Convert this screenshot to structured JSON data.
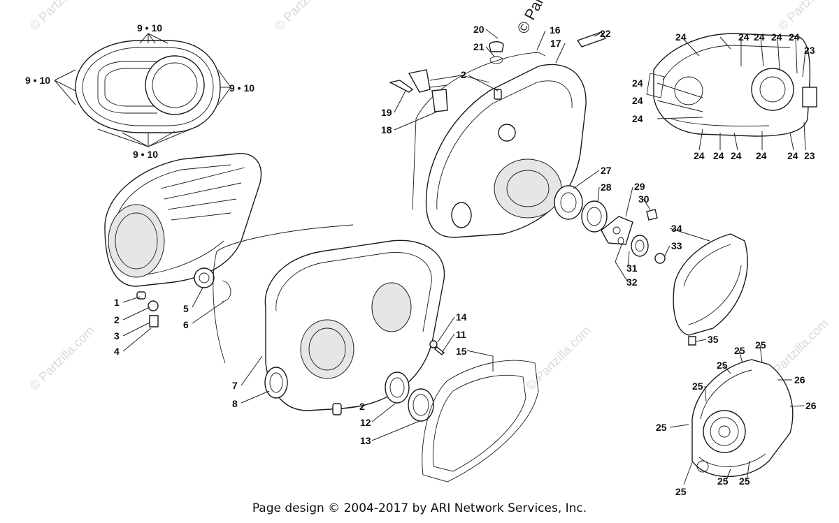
{
  "footer": {
    "text": "Page design © 2004-2017 by ARI Network Services, Inc."
  },
  "watermark": {
    "text": "© Partzilla.com",
    "color": "#d9d9d9"
  },
  "callouts": [
    {
      "id": "c-9-10-top",
      "text": "9 • 10"
    },
    {
      "id": "c-9-10-left",
      "text": "9 • 10"
    },
    {
      "id": "c-9-10-right",
      "text": "9 • 10"
    },
    {
      "id": "c-9-10-bottom",
      "text": "9 • 10"
    },
    {
      "id": "c-1",
      "text": "1"
    },
    {
      "id": "c-2a",
      "text": "2"
    },
    {
      "id": "c-3",
      "text": "3"
    },
    {
      "id": "c-4",
      "text": "4"
    },
    {
      "id": "c-5",
      "text": "5"
    },
    {
      "id": "c-6",
      "text": "6"
    },
    {
      "id": "c-7",
      "text": "7"
    },
    {
      "id": "c-8",
      "text": "8"
    },
    {
      "id": "c-2b",
      "text": "2"
    },
    {
      "id": "c-12",
      "text": "12"
    },
    {
      "id": "c-13",
      "text": "13"
    },
    {
      "id": "c-14",
      "text": "14"
    },
    {
      "id": "c-11",
      "text": "11"
    },
    {
      "id": "c-15",
      "text": "15"
    },
    {
      "id": "c-20",
      "text": "20"
    },
    {
      "id": "c-21",
      "text": "21"
    },
    {
      "id": "c-16",
      "text": "16"
    },
    {
      "id": "c-17",
      "text": "17"
    },
    {
      "id": "c-22",
      "text": "22"
    },
    {
      "id": "c-2c",
      "text": "2"
    },
    {
      "id": "c-19",
      "text": "19"
    },
    {
      "id": "c-18",
      "text": "18"
    },
    {
      "id": "c-27",
      "text": "27"
    },
    {
      "id": "c-28",
      "text": "28"
    },
    {
      "id": "c-29",
      "text": "29"
    },
    {
      "id": "c-30",
      "text": "30"
    },
    {
      "id": "c-34",
      "text": "34"
    },
    {
      "id": "c-33",
      "text": "33"
    },
    {
      "id": "c-31",
      "text": "31"
    },
    {
      "id": "c-32",
      "text": "32"
    },
    {
      "id": "c-35",
      "text": "35"
    },
    {
      "id": "c-24a",
      "text": "24"
    },
    {
      "id": "c-24b",
      "text": "24"
    },
    {
      "id": "c-24c",
      "text": "24"
    },
    {
      "id": "c-24d",
      "text": "24"
    },
    {
      "id": "c-23a",
      "text": "23"
    },
    {
      "id": "c-24e",
      "text": "24"
    },
    {
      "id": "c-24f",
      "text": "24"
    },
    {
      "id": "c-24g",
      "text": "24"
    },
    {
      "id": "c-24h",
      "text": "24"
    },
    {
      "id": "c-24i",
      "text": "24"
    },
    {
      "id": "c-24j",
      "text": "24"
    },
    {
      "id": "c-24k",
      "text": "24"
    },
    {
      "id": "c-24l",
      "text": "24"
    },
    {
      "id": "c-24m",
      "text": "24"
    },
    {
      "id": "c-23b",
      "text": "23"
    },
    {
      "id": "c-25a",
      "text": "25"
    },
    {
      "id": "c-25b",
      "text": "25"
    },
    {
      "id": "c-25c",
      "text": "25"
    },
    {
      "id": "c-26a",
      "text": "26"
    },
    {
      "id": "c-25d",
      "text": "25"
    },
    {
      "id": "c-26b",
      "text": "26"
    },
    {
      "id": "c-25e",
      "text": "25"
    },
    {
      "id": "c-25f",
      "text": "25"
    },
    {
      "id": "c-25g",
      "text": "25"
    },
    {
      "id": "c-25h",
      "text": "25"
    }
  ]
}
